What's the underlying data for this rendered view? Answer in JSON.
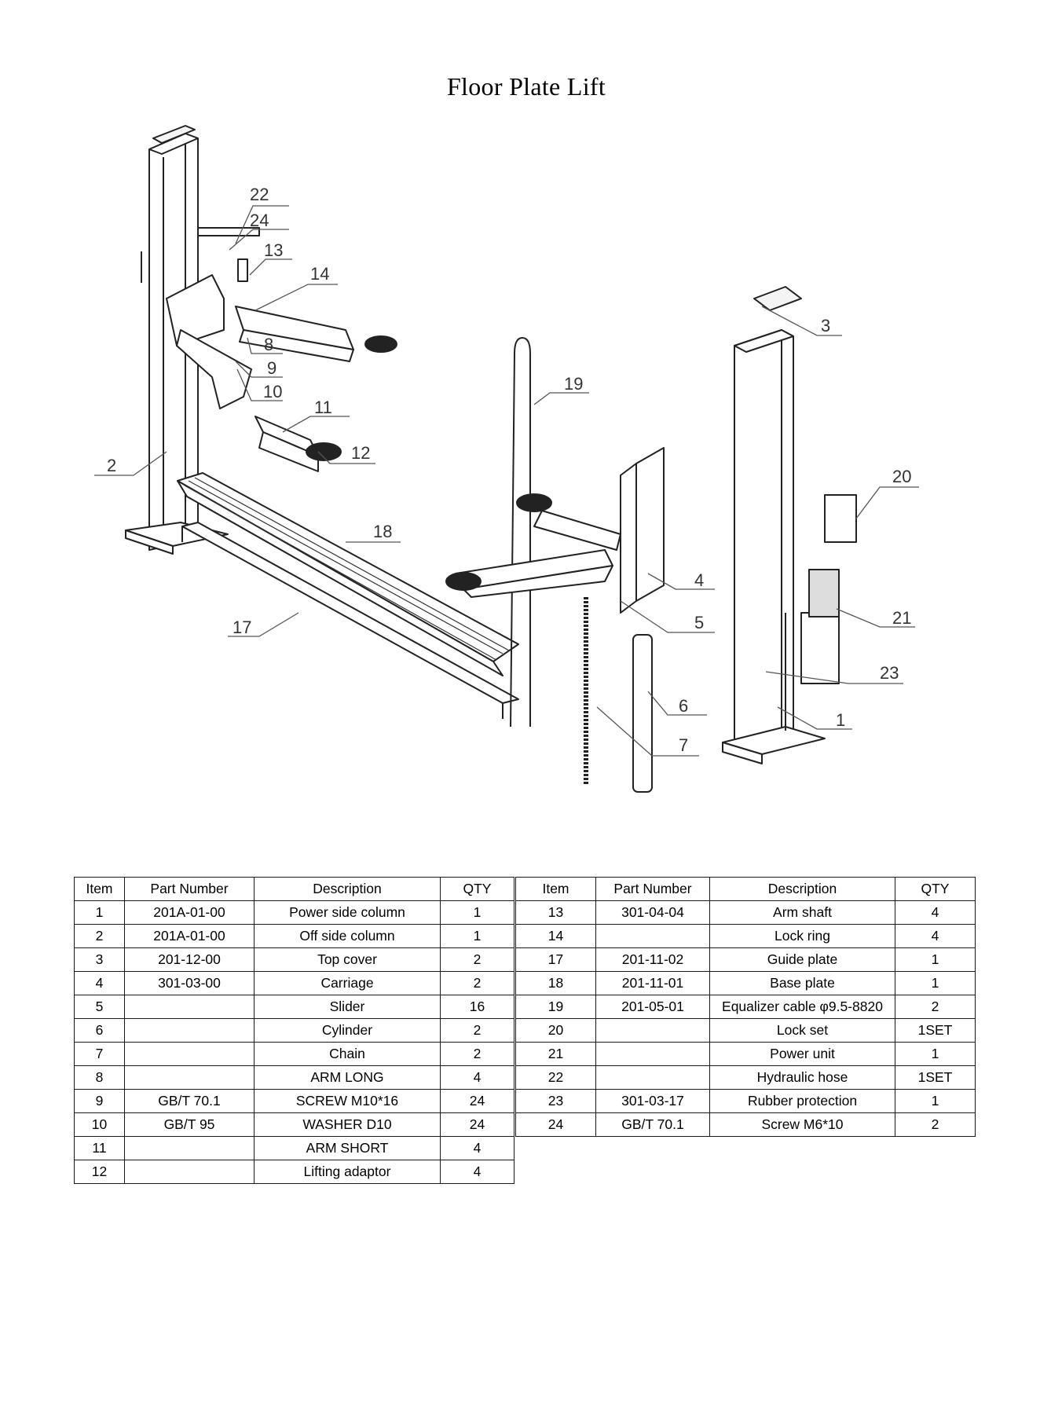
{
  "title": "Floor Plate Lift",
  "headers": [
    "Item",
    "Part Number",
    "Description",
    "QTY"
  ],
  "left_rows": [
    {
      "item": "1",
      "part": "201A-01-00",
      "desc": "Power side column",
      "qty": "1"
    },
    {
      "item": "2",
      "part": "201A-01-00",
      "desc": "Off side column",
      "qty": "1"
    },
    {
      "item": "3",
      "part": "201-12-00",
      "desc": "Top cover",
      "qty": "2"
    },
    {
      "item": "4",
      "part": "301-03-00",
      "desc": "Carriage",
      "qty": "2"
    },
    {
      "item": "5",
      "part": "",
      "desc": "Slider",
      "qty": "16"
    },
    {
      "item": "6",
      "part": "",
      "desc": "Cylinder",
      "qty": "2"
    },
    {
      "item": "7",
      "part": "",
      "desc": "Chain",
      "qty": "2"
    },
    {
      "item": "8",
      "part": "",
      "desc": "ARM LONG",
      "qty": "4"
    },
    {
      "item": "9",
      "part": "GB/T 70.1",
      "desc": "SCREW M10*16",
      "qty": "24"
    },
    {
      "item": "10",
      "part": "GB/T 95",
      "desc": "WASHER D10",
      "qty": "24"
    },
    {
      "item": "11",
      "part": "",
      "desc": "ARM SHORT",
      "qty": "4"
    },
    {
      "item": "12",
      "part": "",
      "desc": "Lifting adaptor",
      "qty": "4"
    }
  ],
  "right_rows": [
    {
      "item": "13",
      "part": "301-04-04",
      "desc": "Arm shaft",
      "qty": "4"
    },
    {
      "item": "14",
      "part": "",
      "desc": "Lock ring",
      "qty": "4"
    },
    {
      "item": "17",
      "part": "201-11-02",
      "desc": "Guide plate",
      "qty": "1"
    },
    {
      "item": "18",
      "part": "201-11-01",
      "desc": "Base plate",
      "qty": "1"
    },
    {
      "item": "19",
      "part": "201-05-01",
      "desc": "Equalizer cable φ9.5-8820",
      "qty": "2"
    },
    {
      "item": "20",
      "part": "",
      "desc": "Lock set",
      "qty": "1SET"
    },
    {
      "item": "21",
      "part": "",
      "desc": "Power unit",
      "qty": "1"
    },
    {
      "item": "22",
      "part": "",
      "desc": "Hydraulic hose",
      "qty": "1SET"
    },
    {
      "item": "23",
      "part": "301-03-17",
      "desc": "Rubber protection",
      "qty": "1"
    },
    {
      "item": "24",
      "part": "GB/T 70.1",
      "desc": "Screw M6*10",
      "qty": "2"
    }
  ],
  "callouts": [
    "1",
    "2",
    "3",
    "4",
    "5",
    "6",
    "7",
    "8",
    "9",
    "10",
    "11",
    "12",
    "13",
    "14",
    "17",
    "18",
    "19",
    "20",
    "21",
    "22",
    "23",
    "24"
  ]
}
